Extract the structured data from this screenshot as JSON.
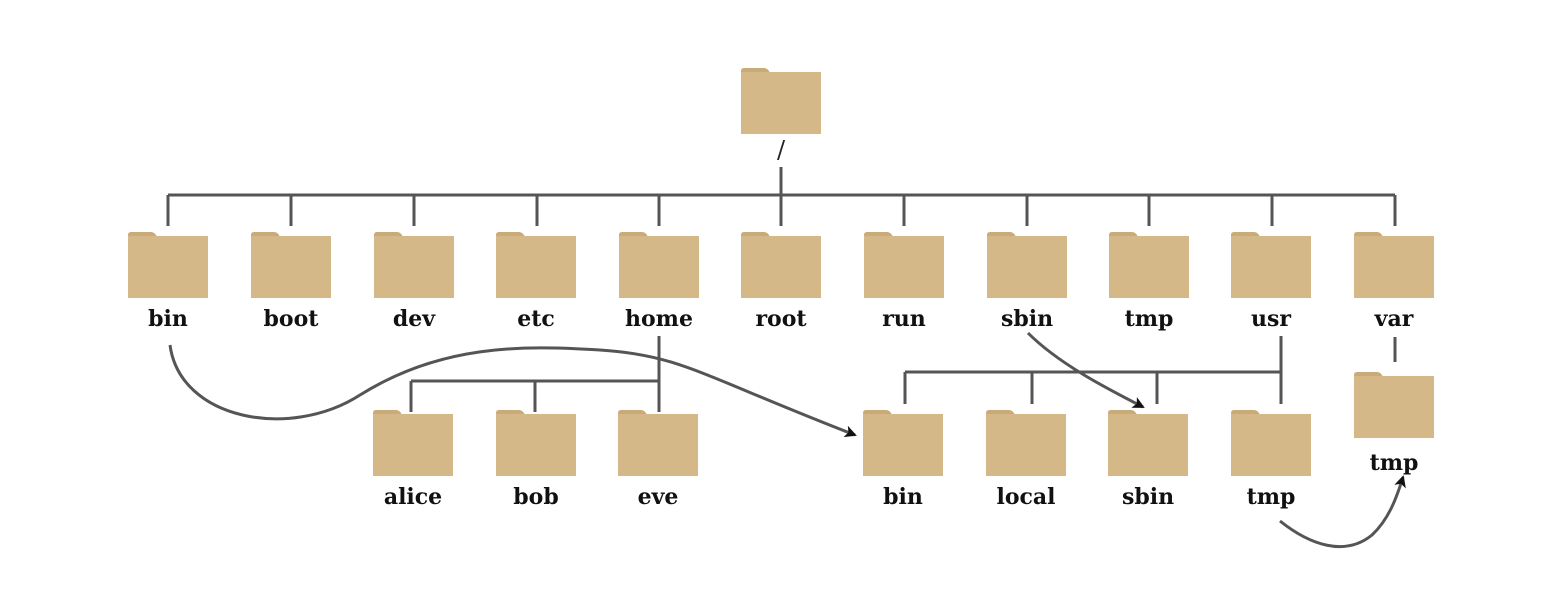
{
  "colors": {
    "folder_body": "#D4B887",
    "folder_tab": "#C9AB79",
    "line": "#555555",
    "arrowhead": "#111111",
    "text": "#111111"
  },
  "icon": "folder-icon",
  "root": {
    "label": "/"
  },
  "top_level": [
    {
      "key": "bin",
      "label": "bin"
    },
    {
      "key": "boot",
      "label": "boot"
    },
    {
      "key": "dev",
      "label": "dev"
    },
    {
      "key": "etc",
      "label": "etc"
    },
    {
      "key": "home",
      "label": "home"
    },
    {
      "key": "root",
      "label": "root"
    },
    {
      "key": "run",
      "label": "run"
    },
    {
      "key": "sbin",
      "label": "sbin"
    },
    {
      "key": "tmp",
      "label": "tmp"
    },
    {
      "key": "usr",
      "label": "usr"
    },
    {
      "key": "var",
      "label": "var"
    }
  ],
  "home_children": [
    {
      "key": "alice",
      "label": "alice"
    },
    {
      "key": "bob",
      "label": "bob"
    },
    {
      "key": "eve",
      "label": "eve"
    }
  ],
  "usr_children": [
    {
      "key": "usr-bin",
      "label": "bin"
    },
    {
      "key": "usr-local",
      "label": "local"
    },
    {
      "key": "usr-sbin",
      "label": "sbin"
    },
    {
      "key": "usr-tmp",
      "label": "tmp"
    }
  ],
  "var_children": [
    {
      "key": "var-tmp",
      "label": "tmp"
    }
  ],
  "links": [
    {
      "from": "bin",
      "to": "usr-bin"
    },
    {
      "from": "sbin",
      "to": "usr-sbin"
    },
    {
      "from": "usr-tmp",
      "to": "var-tmp"
    }
  ]
}
